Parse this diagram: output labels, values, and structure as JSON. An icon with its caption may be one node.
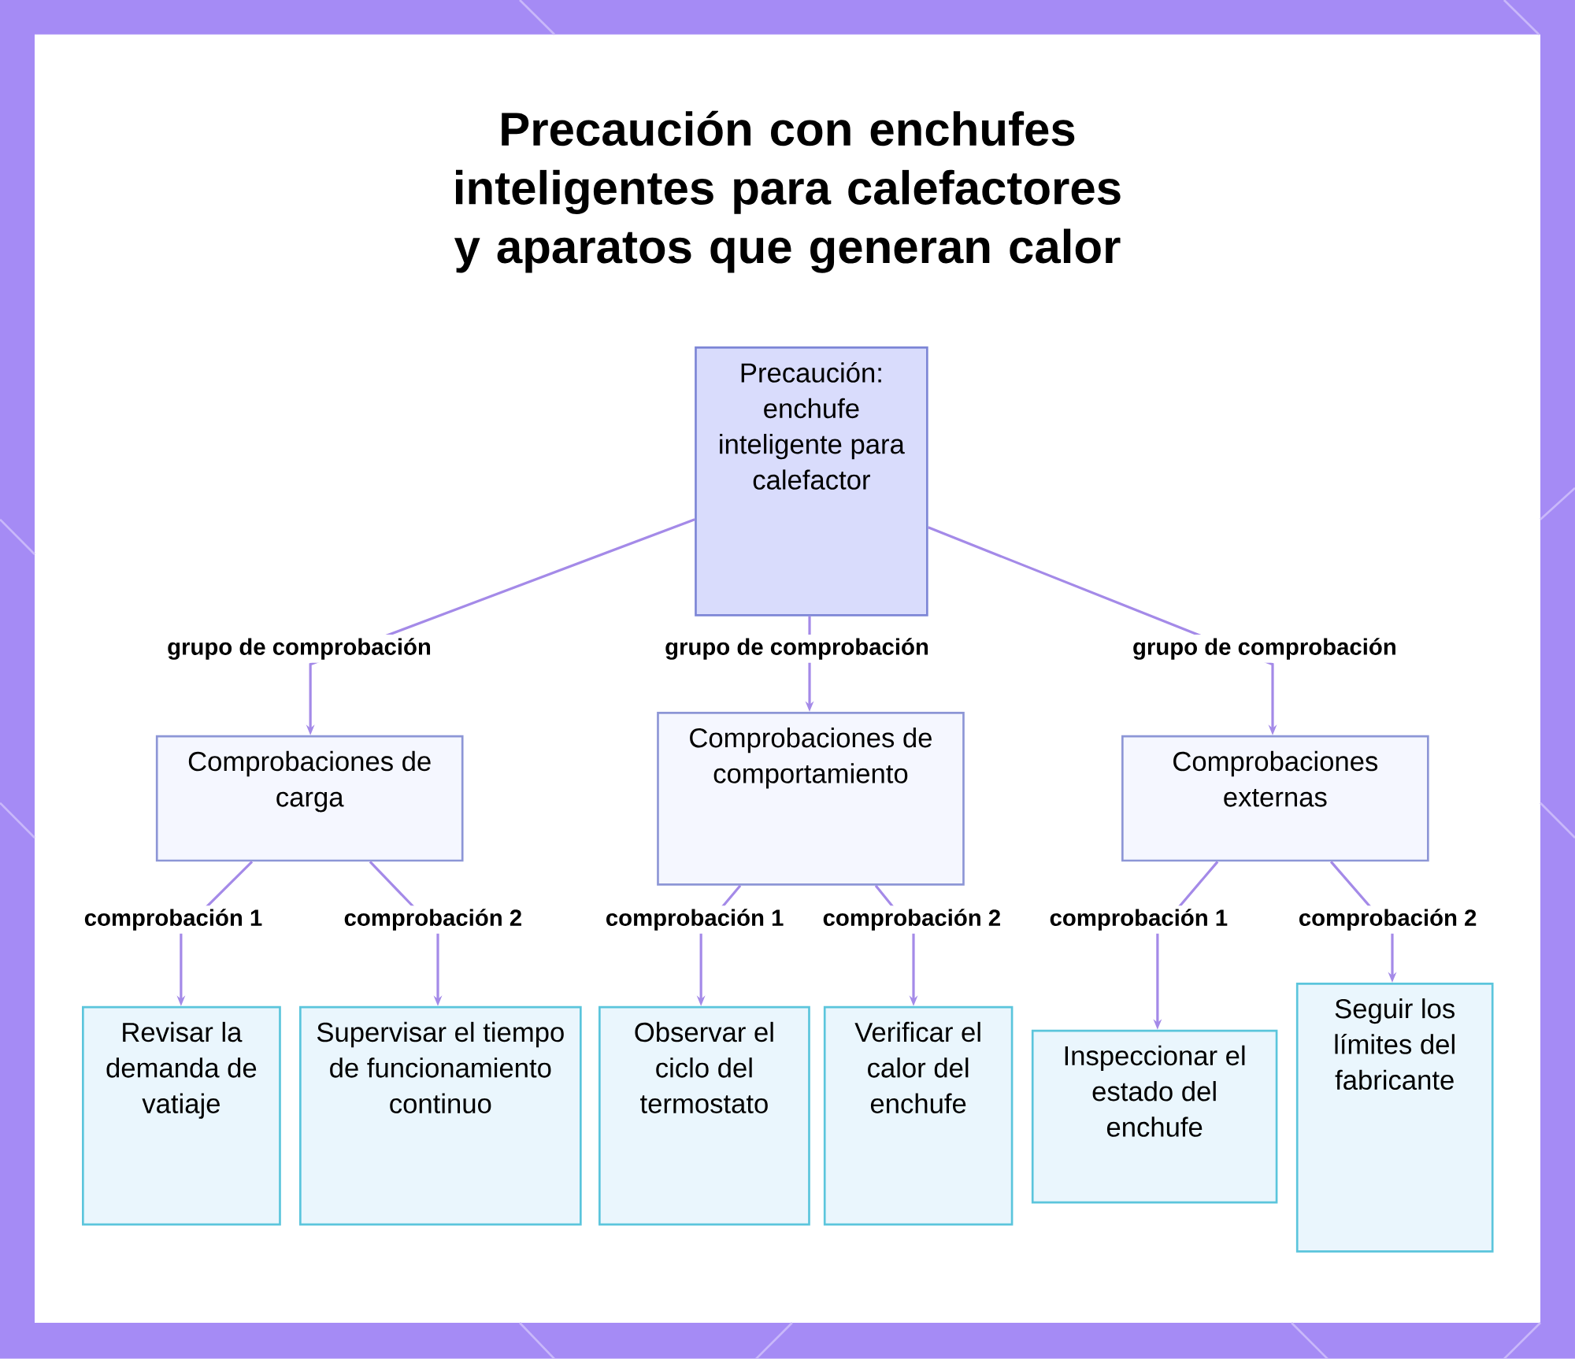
{
  "diagram": {
    "title": "Precaución con enchufes inteligentes para calefactores y aparatos que generan calor",
    "nodes": [
      {
        "text": [
          "Precaución: enchufe inteligente para calefactor"
        ]
      },
      {
        "text": [
          "Comprobaciones de carga"
        ]
      },
      {
        "text": [
          "Comprobaciones de comportamiento"
        ]
      },
      {
        "text": [
          "Comprobaciones externas"
        ]
      },
      {
        "text": [
          "Revisar la demanda de vatiaje"
        ]
      },
      {
        "text": [
          "Supervisar el tiempo de funcionamiento continuo"
        ]
      },
      {
        "text": [
          "Observar el ciclo del termostato"
        ]
      },
      {
        "text": [
          "Verificar el calor del enchufe"
        ]
      },
      {
        "text": [
          "Inspeccionar el estado del enchufe"
        ]
      },
      {
        "text": [
          "Seguir los límites del fabricante"
        ]
      }
    ],
    "edges": [
      {
        "from": 0,
        "to": 1,
        "arrow": "to",
        "label": "grupo de comprobación"
      },
      {
        "from": 0,
        "to": 2,
        "arrow": "to",
        "label": "grupo de comprobación"
      },
      {
        "from": 0,
        "to": 3,
        "arrow": "to",
        "label": "grupo de comprobación"
      },
      {
        "from": 1,
        "to": 4,
        "arrow": "to",
        "label": "comprobación 1"
      },
      {
        "from": 1,
        "to": 5,
        "arrow": "to",
        "label": "comprobación 2"
      },
      {
        "from": 2,
        "to": 6,
        "arrow": "to",
        "label": "comprobación 1"
      },
      {
        "from": 2,
        "to": 7,
        "arrow": "to",
        "label": "comprobación 2"
      },
      {
        "from": 3,
        "to": 8,
        "arrow": "to",
        "label": "comprobación 1"
      },
      {
        "from": 3,
        "to": 9,
        "arrow": "to",
        "label": "comprobación 2"
      }
    ]
  }
}
